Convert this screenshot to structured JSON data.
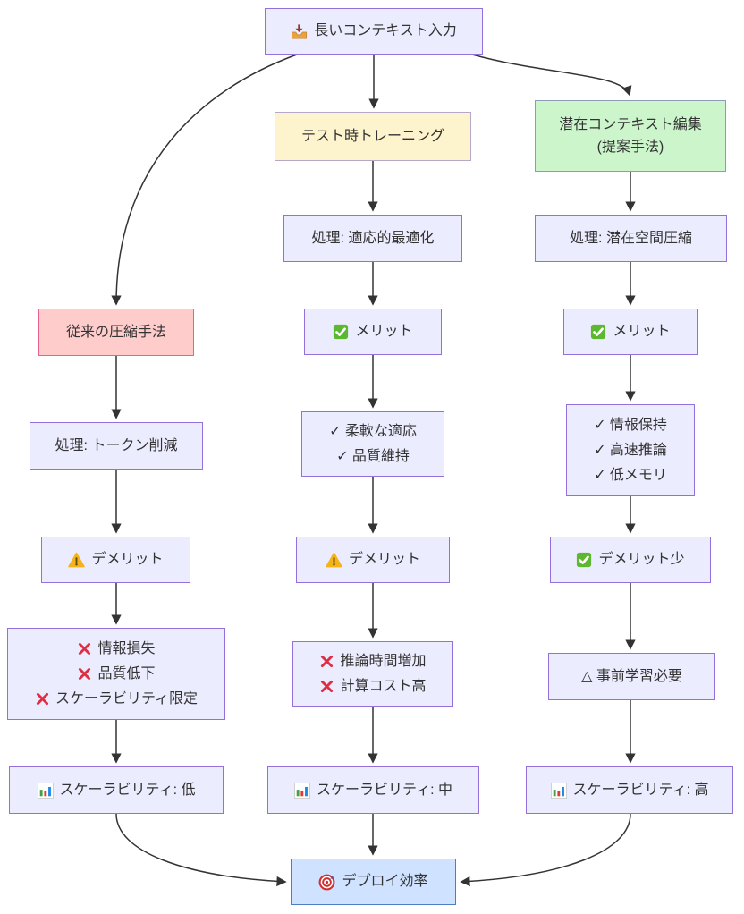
{
  "diagram": {
    "type": "flowchart",
    "direction": "top-down",
    "colors": {
      "default_fill": "#ECECFF",
      "default_border": "#9370DB",
      "traditional_fill": "#FFCCCC",
      "traditional_border": "#EC5F93",
      "test_time_fill": "#FDF3CD",
      "proposed_fill": "#CCF5CC",
      "goal_fill": "#CFE2FF",
      "goal_border": "#4D7FC0",
      "edge_color": "#333333",
      "check_green": "#5CB82F",
      "warning_yellow": "#F5B31A",
      "cross_red": "#DD2E44"
    },
    "icons": {
      "inbox-icon": "📥",
      "check-badge-icon": "✅",
      "warning-icon": "⚠️",
      "cross-icon": "❌",
      "bar-chart-icon": "📊",
      "target-icon": "🎯"
    },
    "nodes": {
      "input": {
        "icon": "inbox-icon",
        "label": "長いコンテキスト入力"
      },
      "test_time_training": {
        "label": "テスト時トレーニング"
      },
      "latent_editing": {
        "line1": "潜在コンテキスト編集",
        "line2": "(提案手法)"
      },
      "traditional": {
        "label": "従来の圧縮手法"
      },
      "proc_left": {
        "label": "処理: トークン削減"
      },
      "proc_mid": {
        "label": "処理: 適応的最適化"
      },
      "proc_right": {
        "label": "処理: 潜在空間圧縮"
      },
      "merit_mid": {
        "icon": "check-badge-icon",
        "label": "メリット"
      },
      "merit_right": {
        "icon": "check-badge-icon",
        "label": "メリット"
      },
      "merit_list_mid": {
        "lines": [
          "✓ 柔軟な適応",
          "✓ 品質維持"
        ]
      },
      "merit_list_right": {
        "lines": [
          "✓ 情報保持",
          "✓ 高速推論",
          "✓ 低メモリ"
        ]
      },
      "demerit_left": {
        "icon": "warning-icon",
        "label": "デメリット"
      },
      "demerit_mid": {
        "icon": "warning-icon",
        "label": "デメリット"
      },
      "demerit_few_right": {
        "icon": "check-badge-icon",
        "label": "デメリット少"
      },
      "demerit_list_left": {
        "lines": [
          {
            "icon": "cross-icon",
            "text": "情報損失"
          },
          {
            "icon": "cross-icon",
            "text": "品質低下"
          },
          {
            "icon": "cross-icon",
            "text": "スケーラビリティ限定"
          }
        ]
      },
      "demerit_list_mid": {
        "lines": [
          {
            "icon": "cross-icon",
            "text": "推論時間増加"
          },
          {
            "icon": "cross-icon",
            "text": "計算コスト高"
          }
        ]
      },
      "pretrain_right": {
        "label": "△ 事前学習必要"
      },
      "scalability_left": {
        "icon": "bar-chart-icon",
        "label": "スケーラビリティ: 低"
      },
      "scalability_mid": {
        "icon": "bar-chart-icon",
        "label": "スケーラビリティ: 中"
      },
      "scalability_right": {
        "icon": "bar-chart-icon",
        "label": "スケーラビリティ: 高"
      },
      "deploy": {
        "icon": "target-icon",
        "label": "デプロイ効率"
      }
    },
    "edges": [
      {
        "from": "input",
        "to": "traditional"
      },
      {
        "from": "input",
        "to": "test_time_training"
      },
      {
        "from": "input",
        "to": "latent_editing"
      },
      {
        "from": "traditional",
        "to": "proc_left"
      },
      {
        "from": "proc_left",
        "to": "demerit_left"
      },
      {
        "from": "demerit_left",
        "to": "demerit_list_left"
      },
      {
        "from": "demerit_list_left",
        "to": "scalability_left"
      },
      {
        "from": "scalability_left",
        "to": "deploy"
      },
      {
        "from": "test_time_training",
        "to": "proc_mid"
      },
      {
        "from": "proc_mid",
        "to": "merit_mid"
      },
      {
        "from": "merit_mid",
        "to": "merit_list_mid"
      },
      {
        "from": "merit_list_mid",
        "to": "demerit_mid"
      },
      {
        "from": "demerit_mid",
        "to": "demerit_list_mid"
      },
      {
        "from": "demerit_list_mid",
        "to": "scalability_mid"
      },
      {
        "from": "scalability_mid",
        "to": "deploy"
      },
      {
        "from": "latent_editing",
        "to": "proc_right"
      },
      {
        "from": "proc_right",
        "to": "merit_right"
      },
      {
        "from": "merit_right",
        "to": "merit_list_right"
      },
      {
        "from": "merit_list_right",
        "to": "demerit_few_right"
      },
      {
        "from": "demerit_few_right",
        "to": "pretrain_right"
      },
      {
        "from": "pretrain_right",
        "to": "scalability_right"
      },
      {
        "from": "scalability_right",
        "to": "deploy"
      }
    ]
  }
}
